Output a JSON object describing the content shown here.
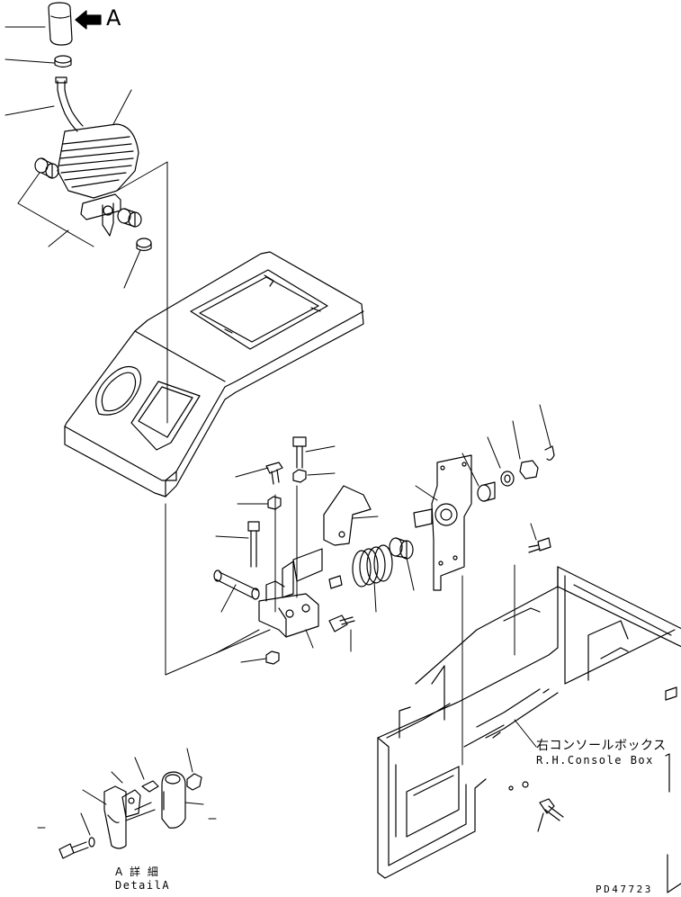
{
  "view_arrow_label": "A",
  "console_label_jp": "右コンソールボックス",
  "console_label_en": "R.H.Console Box",
  "detail_label_jp": "A 詳 細",
  "detail_label_en": "DetailA",
  "drawing_number": "PD47723"
}
